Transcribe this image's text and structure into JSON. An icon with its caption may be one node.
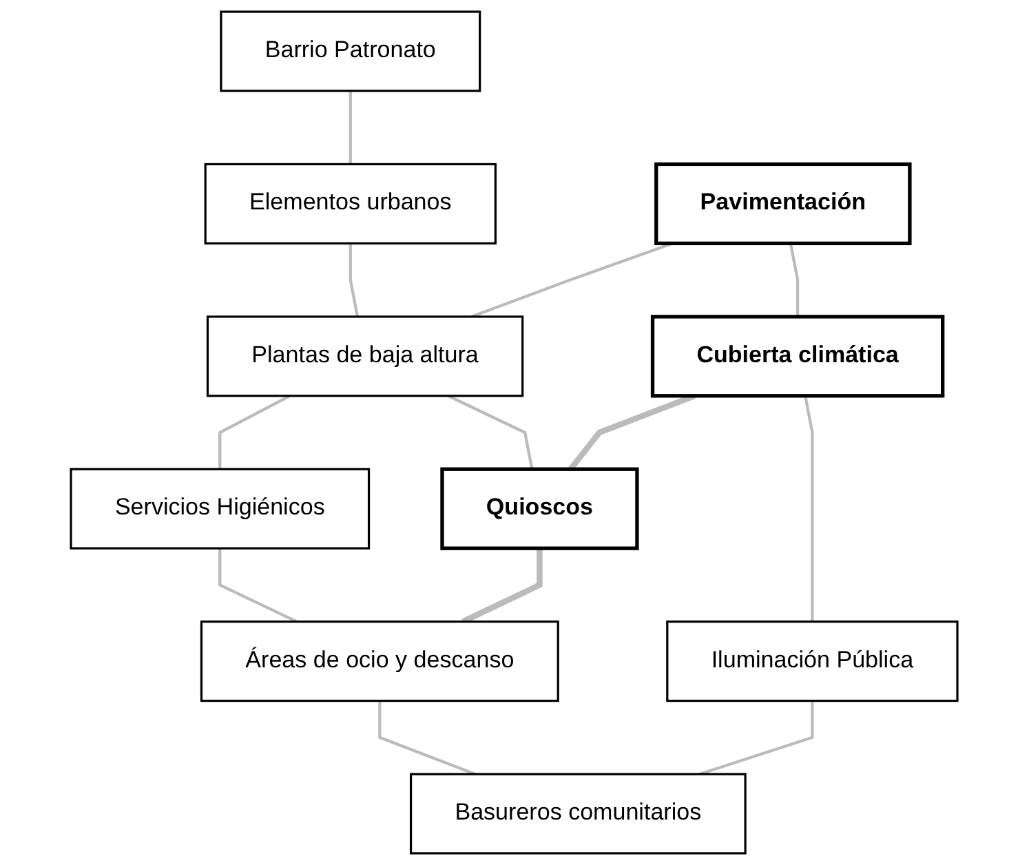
{
  "diagram": {
    "nodes": [
      {
        "text": [
          "Barrio Patronato"
        ]
      },
      {
        "text": [
          "Elementos urbanos"
        ]
      },
      {
        "text": [
          "Pavimentación"
        ]
      },
      {
        "text": [
          "Plantas de baja altura"
        ]
      },
      {
        "text": [
          "Servicios Higiénicos"
        ]
      },
      {
        "text": [
          "Cubierta climática"
        ]
      },
      {
        "text": [
          "Quioscos"
        ]
      },
      {
        "text": [
          "Áreas de ocio y descanso"
        ]
      },
      {
        "text": [
          "Iluminación Pública"
        ]
      },
      {
        "text": [
          "Basureros comunitarios"
        ]
      }
    ],
    "edges": [
      {
        "from": 0,
        "to": 1,
        "arrow": "none"
      },
      {
        "from": 1,
        "to": 3,
        "arrow": "none"
      },
      {
        "from": 2,
        "to": 3,
        "arrow": "none"
      },
      {
        "from": 3,
        "to": 4,
        "arrow": "none"
      },
      {
        "from": 2,
        "to": 5,
        "arrow": "none"
      },
      {
        "from": 3,
        "to": 6,
        "arrow": "none"
      },
      {
        "from": 4,
        "to": 7,
        "arrow": "none"
      },
      {
        "from": 5,
        "to": 6,
        "arrow": "none",
        "style": "thick"
      },
      {
        "from": 6,
        "to": 7,
        "arrow": "none",
        "style": "thick"
      },
      {
        "from": 5,
        "to": 8,
        "arrow": "none"
      },
      {
        "from": 7,
        "to": 9,
        "arrow": "none"
      },
      {
        "from": 8,
        "to": 9,
        "arrow": "none"
      }
    ]
  }
}
